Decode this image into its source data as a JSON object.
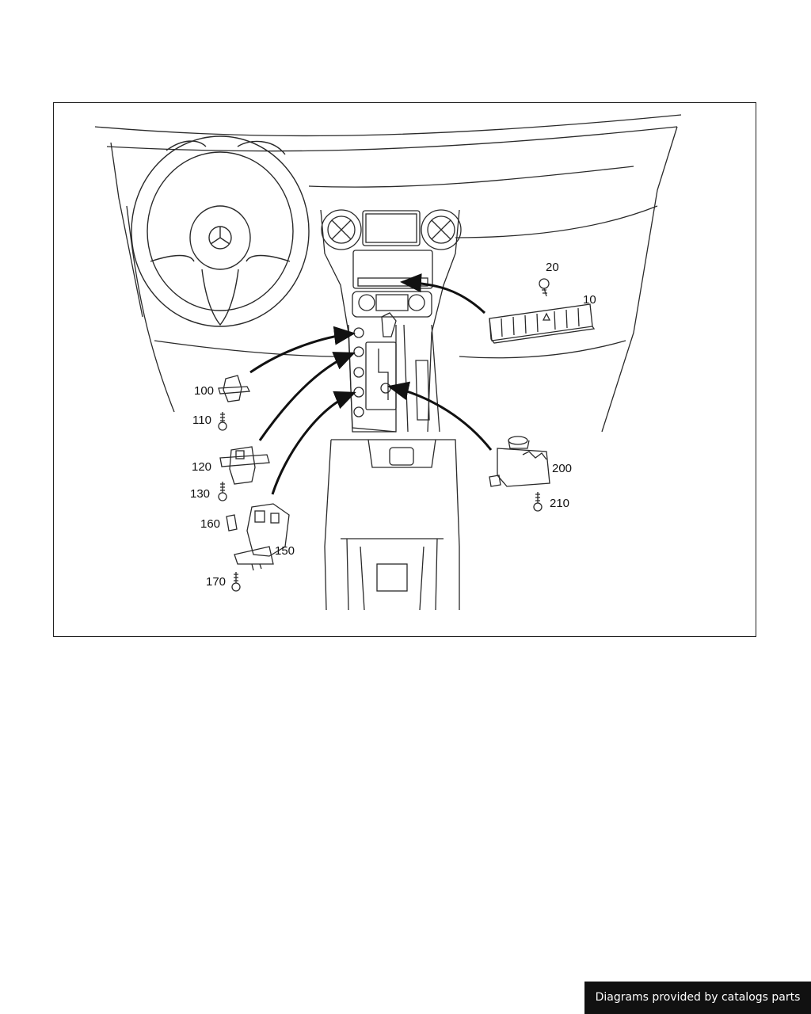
{
  "diagram": {
    "callouts": {
      "p10": "10",
      "p20": "20",
      "p100": "100",
      "p110": "110",
      "p120": "120",
      "p130": "130",
      "p150": "150",
      "p160": "160",
      "p170": "170",
      "p200": "200",
      "p210": "210"
    }
  },
  "footer": {
    "credit": "Diagrams provided by catalogs parts"
  },
  "colors": {
    "line": "#2a2a2a",
    "footer_bg": "#111111",
    "footer_text": "#ffffff"
  }
}
